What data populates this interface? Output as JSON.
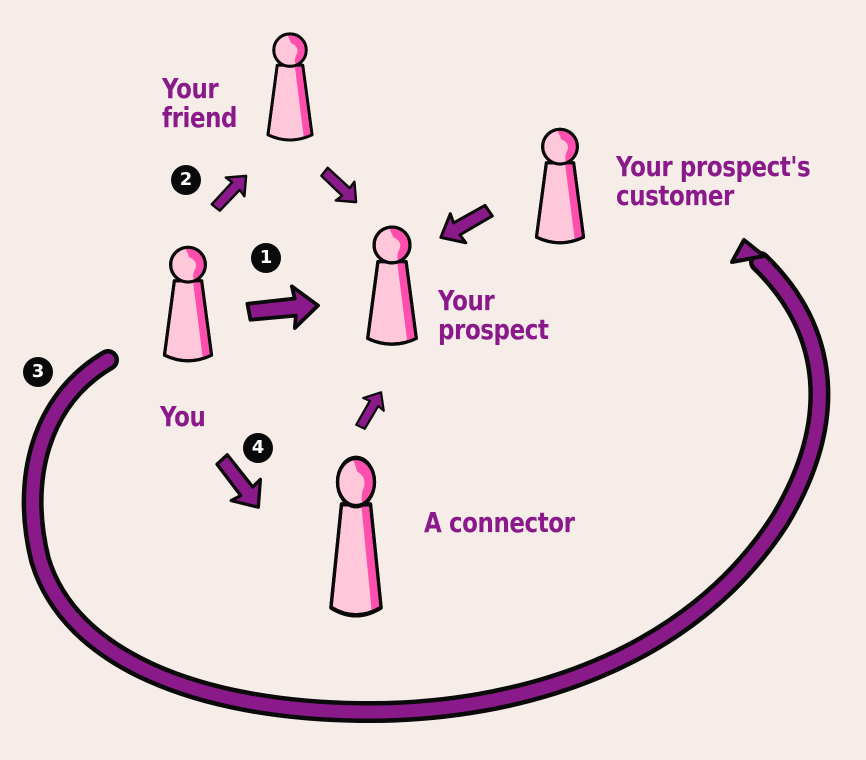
{
  "diagram": {
    "colors": {
      "background": "#f6ede9",
      "pawn_light": "#ffc8da",
      "pawn_dark": "#ff4fae",
      "arrow": "#8a1a8a",
      "outline": "#0a0a0a",
      "text": "#8a1a8a"
    },
    "nodes": [
      {
        "id": "you",
        "label": "You"
      },
      {
        "id": "friend",
        "label": "Your\nfriend"
      },
      {
        "id": "prospect",
        "label": "Your\nprospect"
      },
      {
        "id": "customer",
        "label": "Your prospect's\ncustomer"
      },
      {
        "id": "connector",
        "label": "A connector"
      }
    ],
    "paths": [
      {
        "number": "1",
        "from": "you",
        "to": "prospect"
      },
      {
        "number": "2",
        "from": "you",
        "to": "friend",
        "then": "prospect"
      },
      {
        "number": "3",
        "from": "you",
        "to": "customer",
        "then": "prospect"
      },
      {
        "number": "4",
        "from": "you",
        "to": "connector",
        "then": "prospect"
      }
    ]
  }
}
